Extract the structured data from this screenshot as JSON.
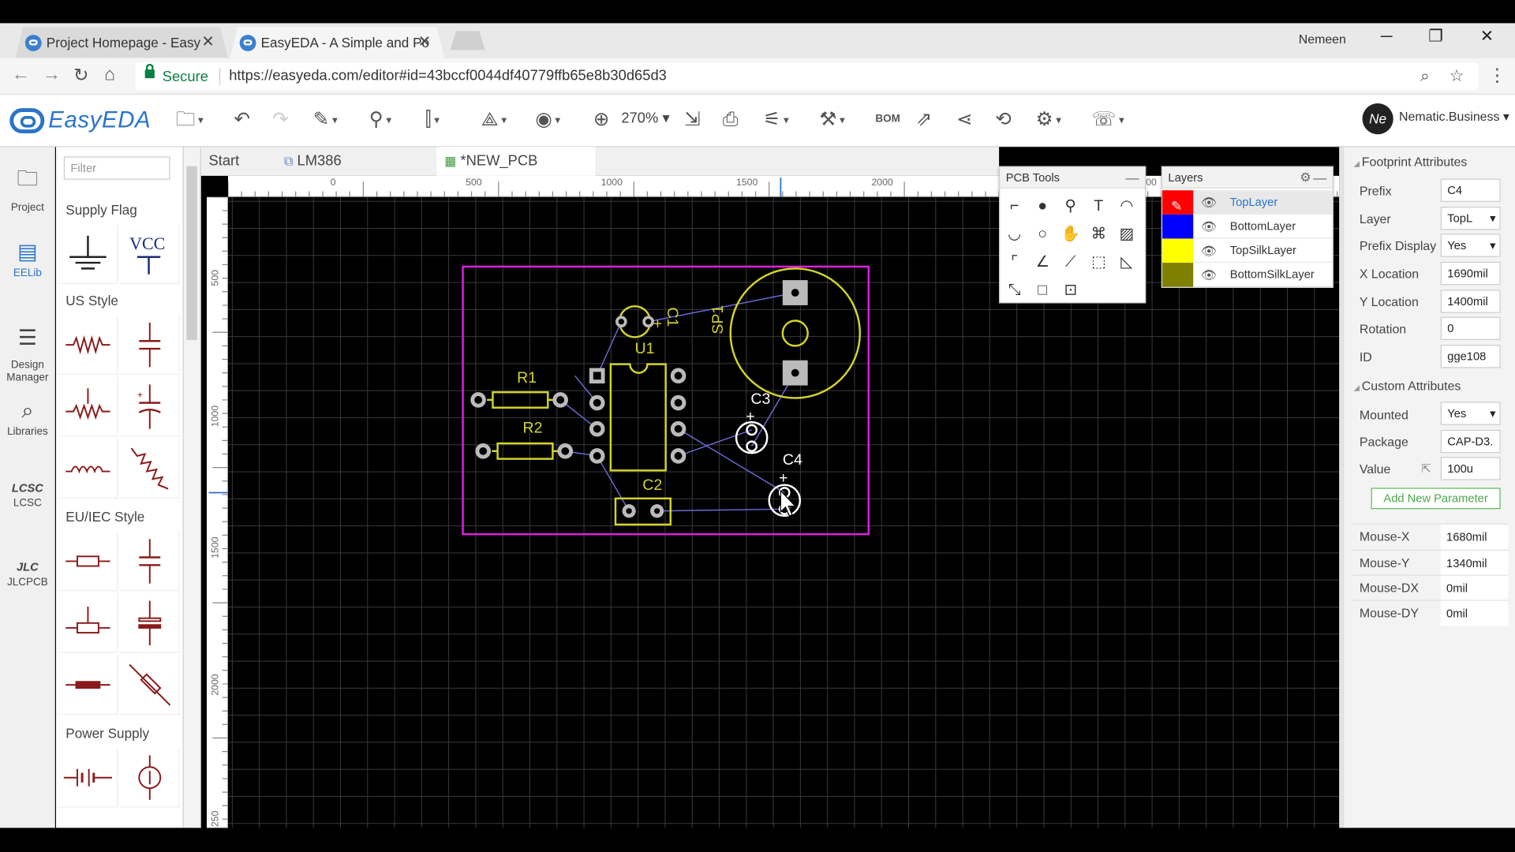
{
  "browser": {
    "tabs": [
      {
        "title": "Project Homepage - Easy"
      },
      {
        "title": "EasyEDA - A Simple and Po"
      }
    ],
    "window_user": "Nemeen",
    "secure_label": "Secure",
    "url": "https://easyeda.com/editor#id=43bccf0044df40779ffb65e8b30d65d3"
  },
  "app": {
    "logo": "EasyEDA",
    "zoom": "270%",
    "bom_label": "BOM",
    "user_initials": "Ne",
    "user_name": "Nematic.Business"
  },
  "rail": [
    {
      "label": "Project"
    },
    {
      "label": "EELib"
    },
    {
      "label": "Design\nManager"
    },
    {
      "label": "Libraries"
    },
    {
      "label": "LCSC"
    },
    {
      "label": "JLCPCB"
    }
  ],
  "library": {
    "filter_placeholder": "Filter",
    "sections": [
      "Supply Flag",
      "US Style",
      "EU/IEC Style",
      "Power Supply"
    ],
    "vcc_text": "VCC"
  },
  "doc_tabs": [
    {
      "label": "Start"
    },
    {
      "label": "LM386"
    },
    {
      "label": "*NEW_PCB"
    }
  ],
  "ruler": {
    "h_ticks": [
      "0",
      "500",
      "1000",
      "1500",
      "2000"
    ],
    "h_partial": "00",
    "v_ticks": [
      "500",
      "1000",
      "1500",
      "2000",
      "250"
    ]
  },
  "pcb": {
    "labels": [
      "R1",
      "R2",
      "U1",
      "C1",
      "C2",
      "C3",
      "C4",
      "SP1"
    ],
    "plus": "+"
  },
  "pcb_tools": {
    "title": "PCB Tools"
  },
  "layers": {
    "title": "Layers",
    "items": [
      {
        "name": "TopLayer",
        "color": "#ff0000"
      },
      {
        "name": "BottomLayer",
        "color": "#0000ff"
      },
      {
        "name": "TopSilkLayer",
        "color": "#ffff00"
      },
      {
        "name": "BottomSilkLayer",
        "color": "#808000"
      }
    ]
  },
  "footprint": {
    "header": "Footprint Attributes",
    "prefix_label": "Prefix",
    "prefix": "C4",
    "layer_label": "Layer",
    "layer": "TopL",
    "prefix_display_label": "Prefix Display",
    "prefix_display": "Yes",
    "x_label": "X Location",
    "x": "1690mil",
    "y_label": "Y Location",
    "y": "1400mil",
    "rotation_label": "Rotation",
    "rotation": "0",
    "id_label": "ID",
    "id": "gge108"
  },
  "custom": {
    "header": "Custom Attributes",
    "mounted_label": "Mounted",
    "mounted": "Yes",
    "package_label": "Package",
    "package": "CAP-D3.",
    "value_label": "Value",
    "value": "100u",
    "add_button": "Add New Parameter"
  },
  "mouse": {
    "x_label": "Mouse-X",
    "x": "1680mil",
    "y_label": "Mouse-Y",
    "y": "1340mil",
    "dx_label": "Mouse-DX",
    "dx": "0mil",
    "dy_label": "Mouse-DY",
    "dy": "0mil"
  }
}
